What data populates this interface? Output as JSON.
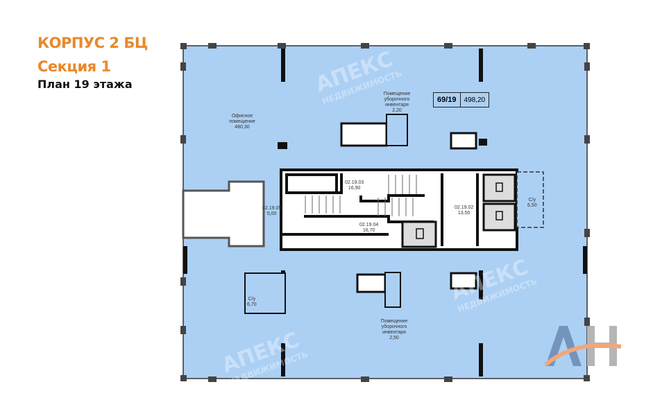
{
  "header": {
    "building": "КОРПУС 2 БЦ",
    "section": "Секция 1",
    "floor_plan": "План 19 этажа"
  },
  "badge": {
    "unit": "69/19",
    "area": "498,20"
  },
  "rooms": {
    "office": {
      "name": "Офисное помещение",
      "area": "480,30"
    },
    "cleaning_top": {
      "name": "Помещение уборочного инвентаря",
      "area": "2,20"
    },
    "cleaning_bottom": {
      "name": "Помещение уборочного инвентаря",
      "area": "2,50"
    },
    "r03": {
      "name": "02.19.03",
      "area": "16,90"
    },
    "r04": {
      "name": "02.19.04",
      "area": "16,70"
    },
    "r05": {
      "name": "02.19.05",
      "area": "5,00"
    },
    "r02": {
      "name": "02.19.02",
      "area": "13,50"
    },
    "wc_right": {
      "name": "С/у",
      "area": "6,50"
    },
    "wc_left": {
      "name": "С/у",
      "area": "6,70"
    }
  },
  "watermark": {
    "brand": "АПЕКС",
    "sub": "НЕДВИЖИМОСТЬ",
    "logo": "АН"
  },
  "colors": {
    "floor": "#acd0f4",
    "title": "#e8892b",
    "wall": "#111111"
  }
}
